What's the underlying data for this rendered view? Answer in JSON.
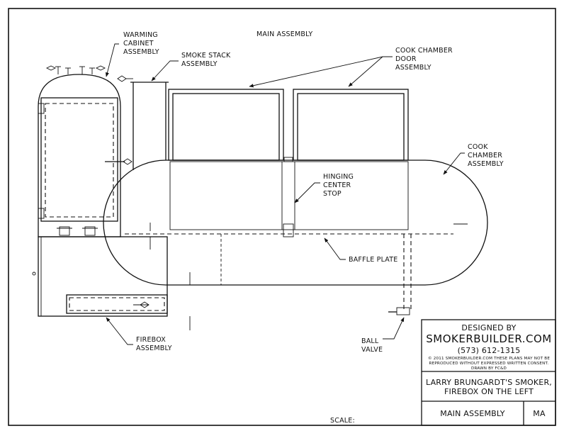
{
  "drawing": {
    "title": "MAIN ASSEMBLY",
    "scale_label": "SCALE:"
  },
  "labels": {
    "warming_cabinet": [
      "WARMING",
      "CABINET",
      "ASSEMBLY"
    ],
    "smoke_stack": [
      "SMOKE STACK",
      "ASSEMBLY"
    ],
    "cook_chamber_door": [
      "COOK CHAMBER",
      "DOOR",
      "ASSEMBLY"
    ],
    "cook_chamber": [
      "COOK",
      "CHAMBER",
      "ASSEMBLY"
    ],
    "hinging_center_stop": [
      "HINGING",
      "CENTER",
      "STOP"
    ],
    "baffle_plate": "BAFFLE PLATE",
    "firebox": [
      "FIREBOX",
      "ASSEMBLY"
    ],
    "ball_valve": [
      "BALL",
      "VALVE"
    ]
  },
  "title_block": {
    "designed_by": "DESIGNED BY",
    "company": "SMOKERBUILDER.COM",
    "phone": "(573) 612-1315",
    "copyright_1": "© 2011 SMOKERBUILDER.COM THESE PLANS MAY NOT BE",
    "copyright_2": "REPRODUCED WITHOUT EXPRESSED WRITTEN CONSENT.",
    "drawn_by": "DRAWN BY FC&D",
    "project_1": "LARRY BRUNGARDT'S SMOKER,",
    "project_2": "FIREBOX ON THE LEFT",
    "sheet_name": "MAIN ASSEMBLY",
    "sheet_code": "MA"
  }
}
